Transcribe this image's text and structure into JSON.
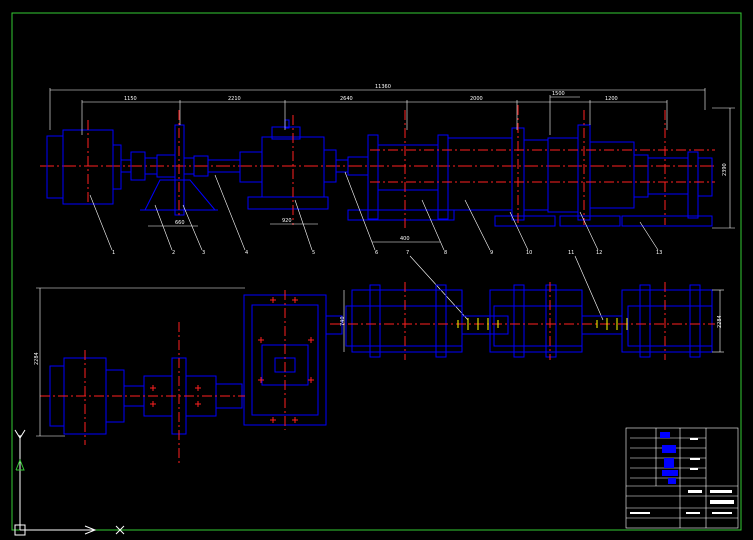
{
  "colors": {
    "background": "#000000",
    "frame": "#33cc33",
    "outline": "#0000ff",
    "centerline": "#ff2020",
    "dimension": "#ffffff",
    "leader": "#ffffff",
    "axis": "#ffffff"
  },
  "top_view_dims": {
    "overall": "11360",
    "d1": "1150",
    "d2": "2210",
    "d3": "2640",
    "d4": "2000",
    "d5": "1500",
    "d6": "1200",
    "d7": "660",
    "d8": "920",
    "d9": "2390",
    "d10": "400"
  },
  "bottom_view_dims": {
    "left_height": "2284",
    "mid_height": "740",
    "right_height": "2284"
  },
  "part_labels": [
    "1",
    "2",
    "3",
    "4",
    "5",
    "6",
    "7",
    "8",
    "9",
    "10",
    "11",
    "12",
    "13"
  ],
  "title_block": {
    "cells": [
      "",
      "",
      "",
      ""
    ]
  }
}
